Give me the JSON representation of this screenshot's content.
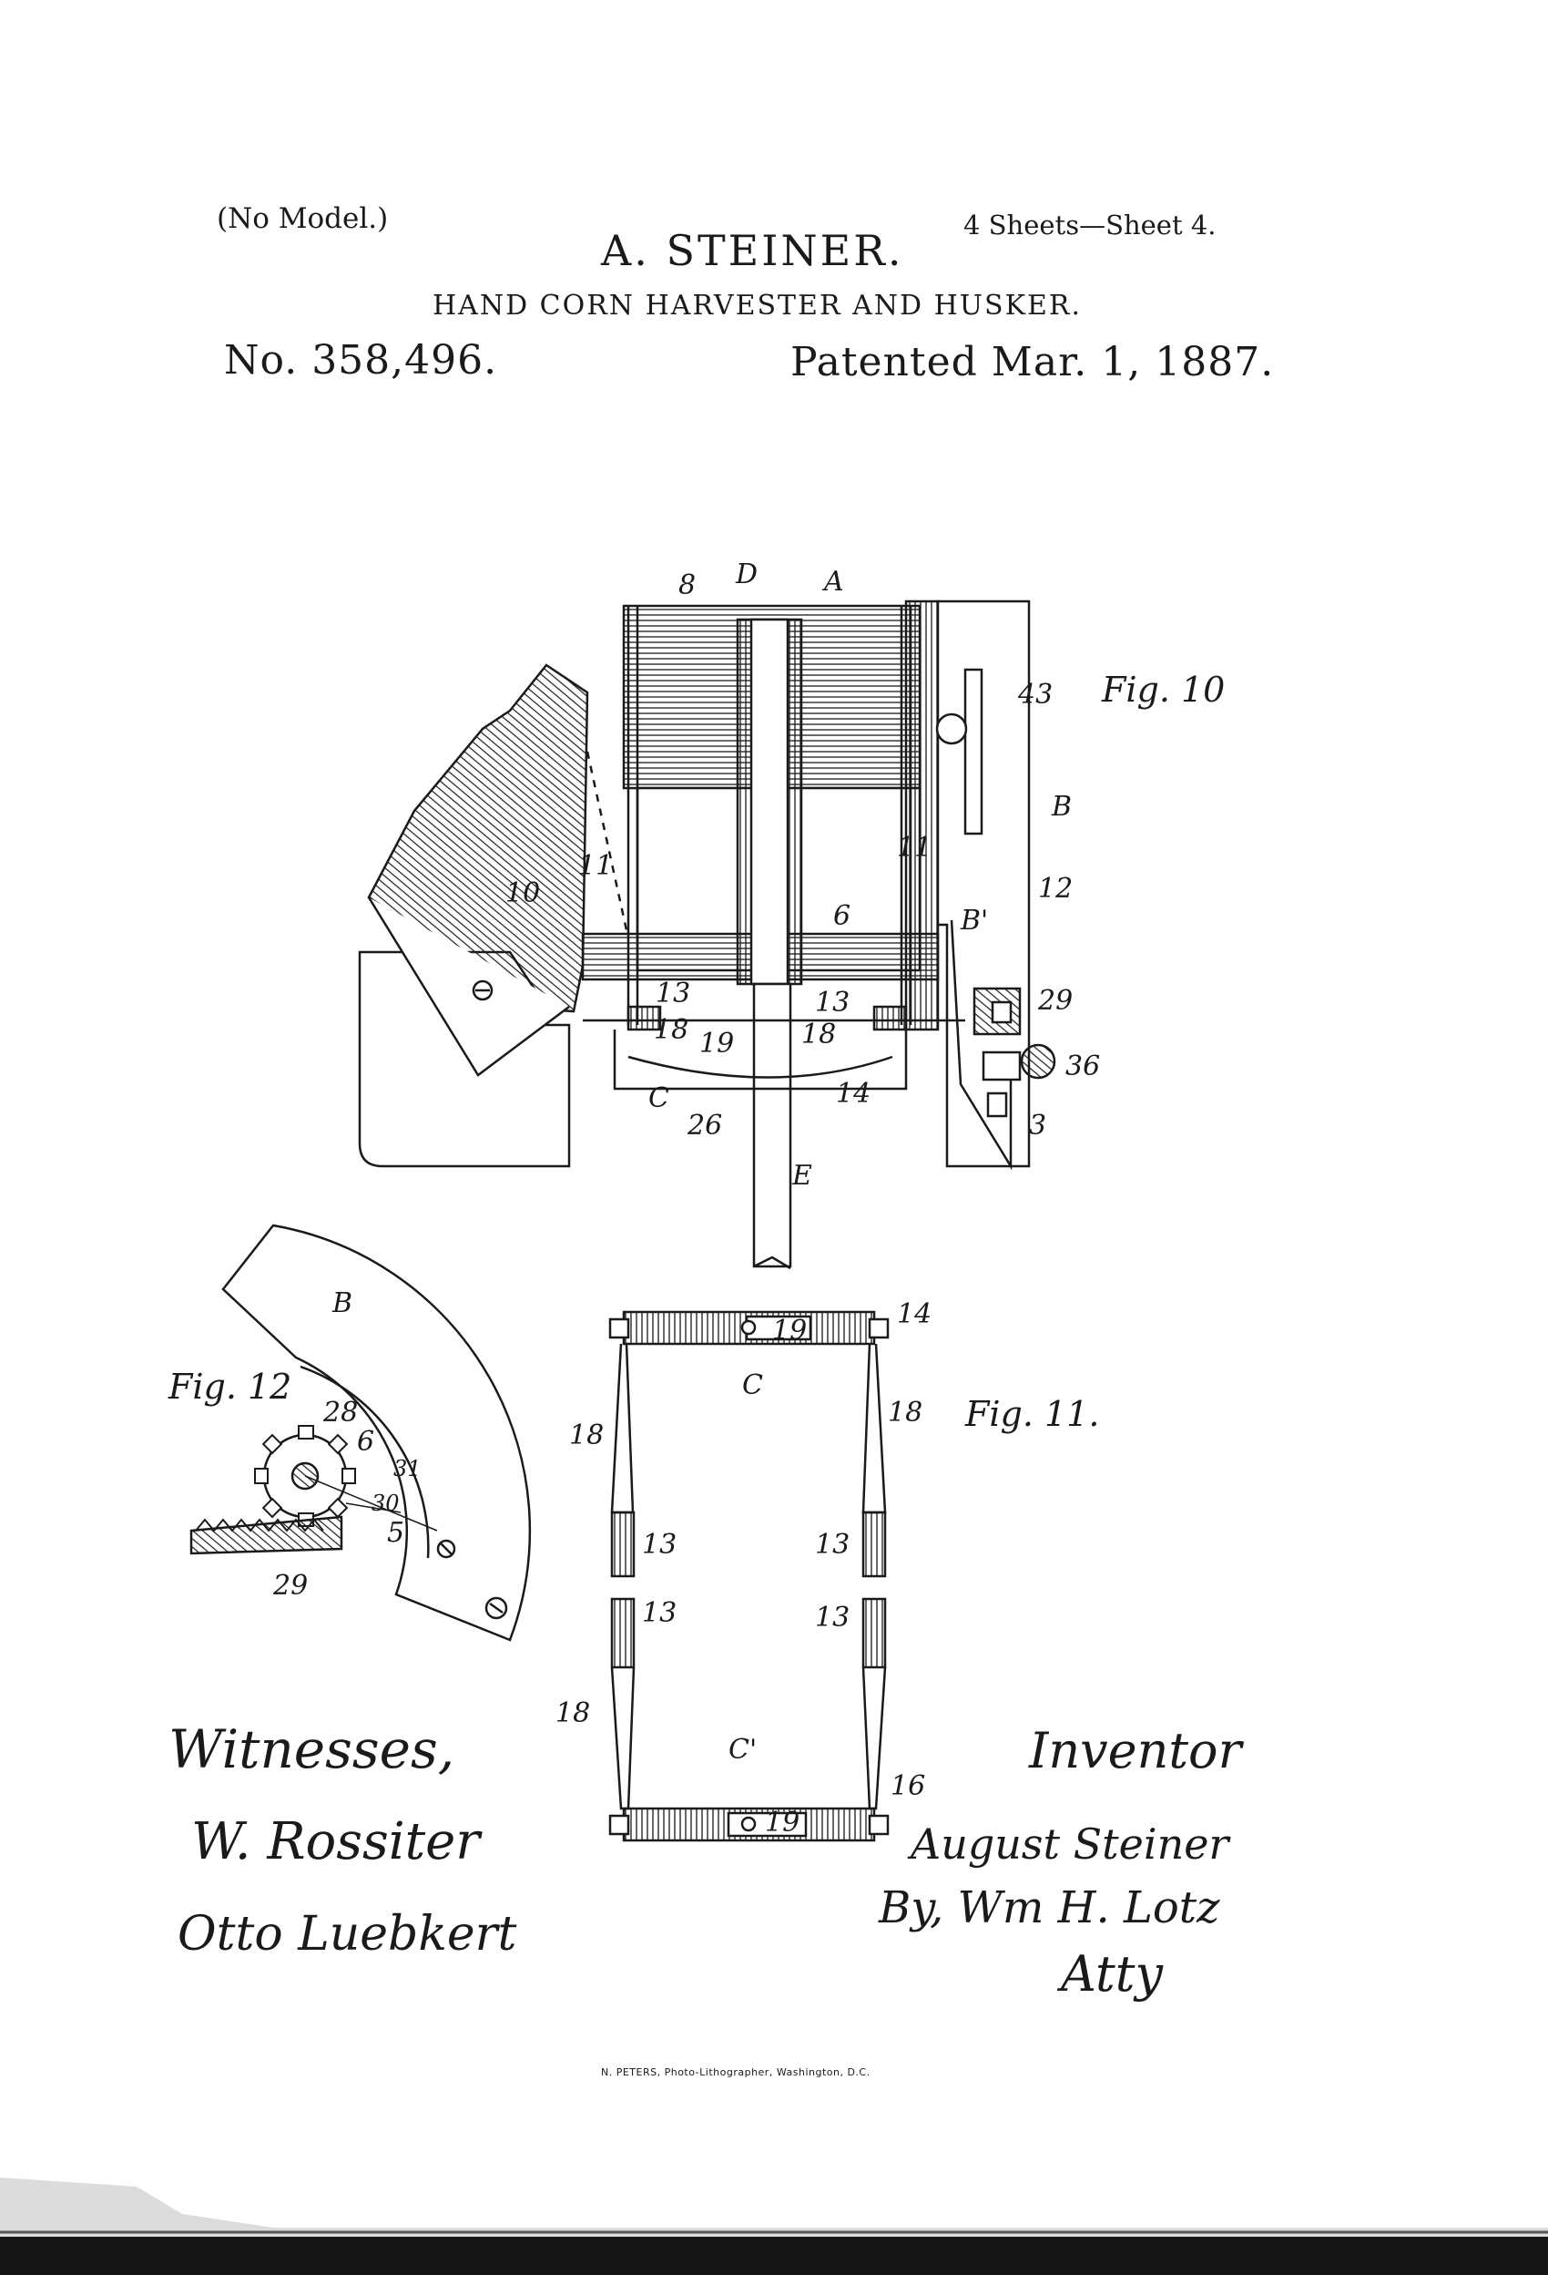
{
  "header": {
    "no_model": "(No Model.)",
    "inventor": "A. STEINER.",
    "sheets": "4 Sheets—Sheet 4.",
    "title": "HAND CORN HARVESTER AND HUSKER.",
    "patent_no": "No. 358,496.",
    "patented": "Patented Mar. 1, 1887."
  },
  "figures": {
    "fig10": {
      "caption": "Fig. 10",
      "labels": [
        "8",
        "D",
        "A",
        "43",
        "B",
        "12",
        "11",
        "11",
        "10",
        "6",
        "B'",
        "29",
        "36",
        "13",
        "13",
        "18",
        "18",
        "19",
        "14",
        "C",
        "26",
        "E",
        "3"
      ]
    },
    "fig11": {
      "caption": "Fig. 11.",
      "labels": [
        "14",
        "19",
        "C",
        "18",
        "18",
        "18",
        "13",
        "13",
        "13",
        "13",
        "C'",
        "19",
        "16"
      ]
    },
    "fig12": {
      "caption": "Fig. 12",
      "labels": [
        "B",
        "28",
        "6",
        "31",
        "30",
        "5",
        "29"
      ]
    }
  },
  "signatures": {
    "witnesses_heading": "Witnesses,",
    "witness_1": "W. Rossiter",
    "witness_2": "Otto Luebkert",
    "inventor_heading": "Inventor",
    "inventor_signature": "August Steiner",
    "attorney_line": "By, Wm H. Lotz",
    "attorney_title": "Atty"
  },
  "footer": {
    "printer": "N. PETERS, Photo-Lithographer, Washington, D.C."
  },
  "colors": {
    "ink": "#1a1a1a",
    "paper": "#ffffff"
  }
}
